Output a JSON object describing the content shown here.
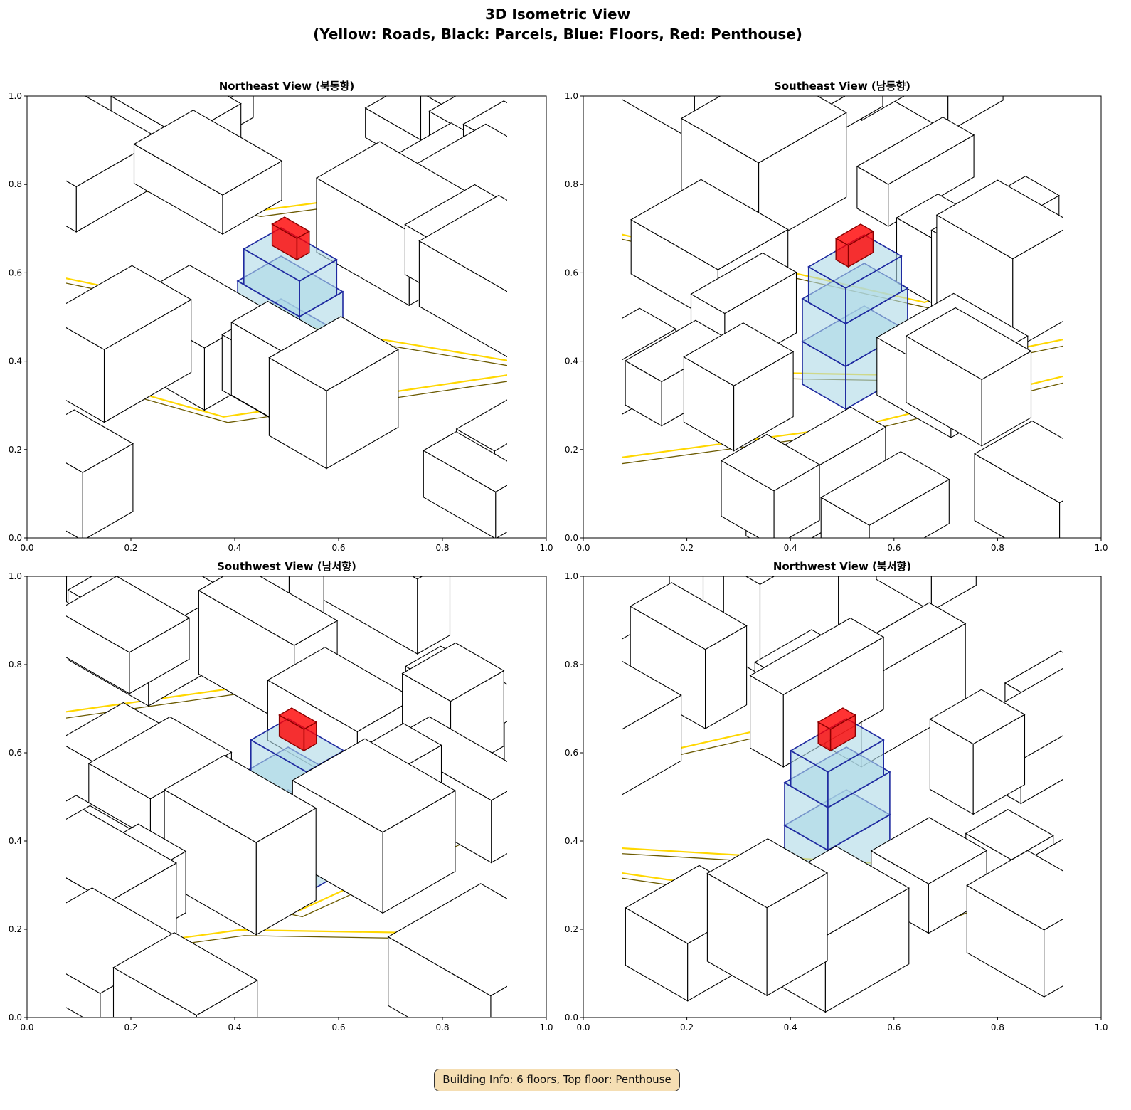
{
  "figure": {
    "title_line1": "3D Isometric View",
    "title_line2": "(Yellow: Roads, Black: Parcels, Blue: Floors, Red: Penthouse)"
  },
  "panels": [
    {
      "title": "Northeast View (북동향)"
    },
    {
      "title": "Southeast View (남동향)"
    },
    {
      "title": "Southwest View (남서향)"
    },
    {
      "title": "Northwest View (북서향)"
    }
  ],
  "ticks": [
    "0.0",
    "0.2",
    "0.4",
    "0.6",
    "0.8",
    "1.0"
  ],
  "footer": "Building Info: 6 floors, Top floor: Penthouse",
  "colors": {
    "roads": "#ffd700",
    "road_edge": "#6b5a00",
    "parcels": "#000000",
    "floors_fill": "#add8e6",
    "floors_edge": "#1f2aa0",
    "penthouse": "#ff0000"
  },
  "building": {
    "floors": 6,
    "top_floor": "Penthouse"
  }
}
